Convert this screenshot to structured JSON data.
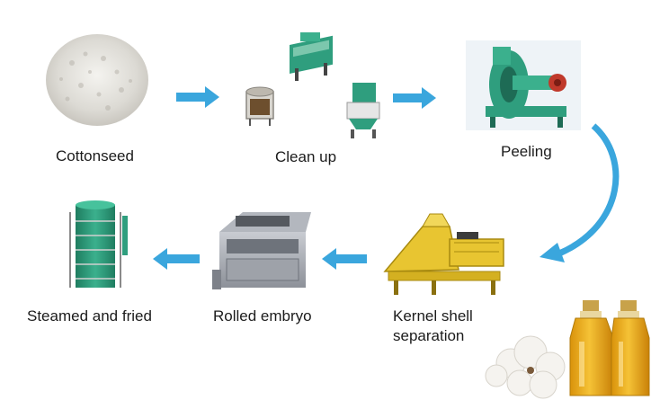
{
  "stages": [
    {
      "id": "cottonseed",
      "label": "Cottonseed",
      "icon": "cottonseed-pile-icon"
    },
    {
      "id": "clean-up",
      "label": "Clean up",
      "icon": "cleaning-machines-icon"
    },
    {
      "id": "peeling",
      "label": "Peeling",
      "icon": "peeling-machine-icon"
    },
    {
      "id": "kernel-shell-separation",
      "label": "Kernel shell\nseparation",
      "icon": "separator-machine-icon"
    },
    {
      "id": "rolled-embryo",
      "label": "Rolled embryo",
      "icon": "rolling-mill-icon"
    },
    {
      "id": "steamed-and-fried",
      "label": "Steamed and fried",
      "icon": "steam-cooker-icon"
    }
  ],
  "decoration": {
    "icon": "cotton-oil-bottles-icon"
  },
  "colors": {
    "arrow": "#3aa6dd",
    "text": "#1c1c1c",
    "machine_green": "#2f9e7e",
    "machine_yellow": "#e8c531",
    "oil": "#e9a913"
  }
}
